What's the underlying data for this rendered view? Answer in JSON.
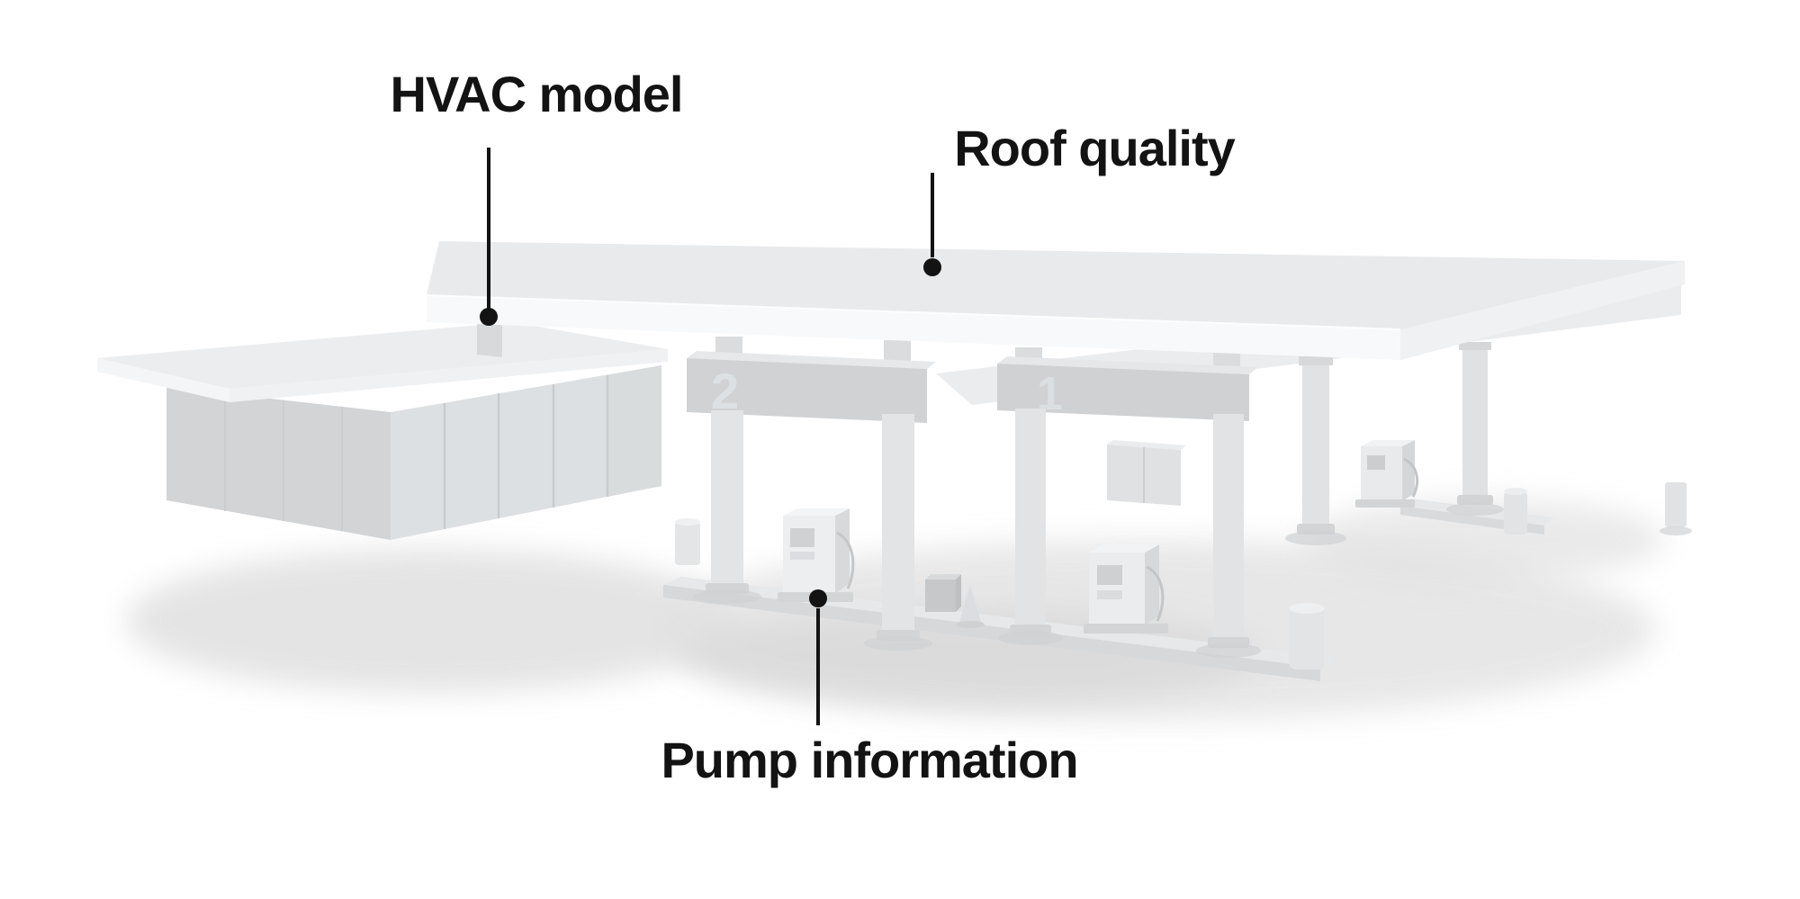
{
  "annotations": {
    "hvac": {
      "label": "HVAC model"
    },
    "roof": {
      "label": "Roof quality"
    },
    "pump": {
      "label": "Pump information"
    }
  },
  "scene": {
    "sign_numbers": {
      "near_island": "2",
      "far_island": "1"
    },
    "colors": {
      "background": "#ffffff",
      "annotation_text": "#131313",
      "pointer_line": "#131313",
      "model_highlight": "#f8f9fa",
      "model_light": "#e9ebed",
      "model_mid": "#d9dbdd",
      "model_dark": "#c9cbcd",
      "ground_shadow": "#dcdcdc"
    }
  }
}
